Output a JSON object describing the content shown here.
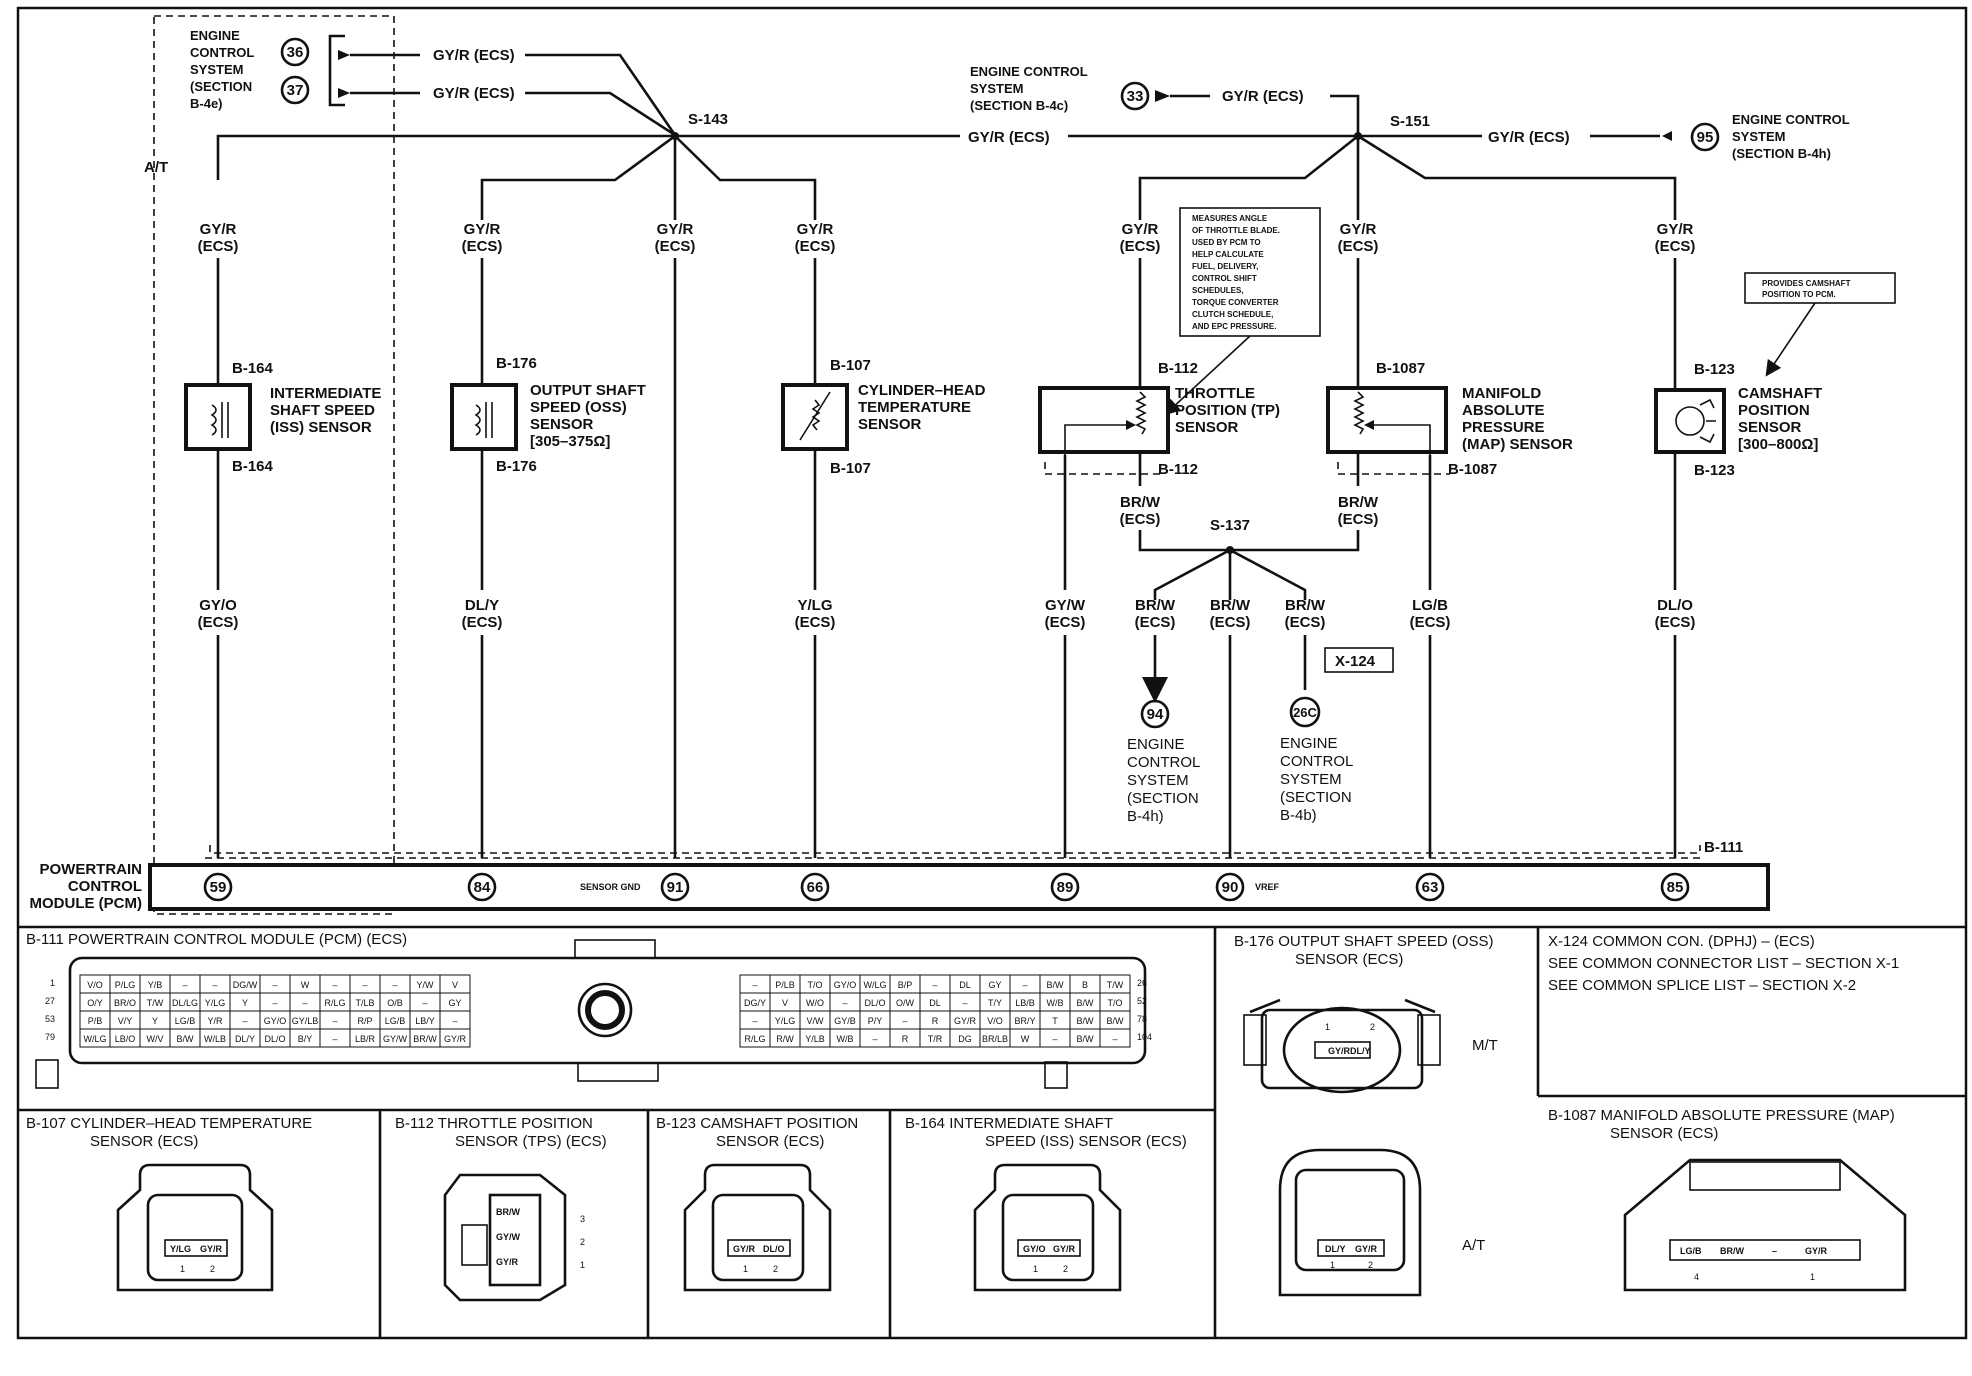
{
  "frame": {
    "at_label": "A/T"
  },
  "ecs_refs": [
    {
      "id": "ref-36",
      "number": "36"
    },
    {
      "id": "ref-37",
      "number": "37"
    },
    {
      "id": "ref-33",
      "number": "33"
    },
    {
      "id": "ref-95",
      "number": "95"
    },
    {
      "id": "ref-94",
      "number": "94"
    },
    {
      "id": "ref-26c",
      "number": "26C"
    }
  ],
  "system_labels": {
    "top_left": [
      "ENGINE",
      "CONTROL",
      "SYSTEM",
      "(SECTION",
      "B-4e)"
    ],
    "top_mid": [
      "ENGINE CONTROL",
      "SYSTEM",
      "(SECTION B-4c)"
    ],
    "top_right": [
      "ENGINE CONTROL",
      "SYSTEM",
      "(SECTION B-4h)"
    ],
    "bottom_94": [
      "ENGINE",
      "CONTROL",
      "SYSTEM",
      "(SECTION",
      "B-4h)"
    ],
    "bottom_26c": [
      "ENGINE",
      "CONTROL",
      "SYSTEM",
      "(SECTION",
      "B-4b)"
    ]
  },
  "wires": {
    "gyr_ecs": "GY/R (ECS)",
    "gyr": "GY/R",
    "ecs": "(ECS)",
    "gyo": "GY/O",
    "dly": "DL/Y",
    "ylg": "Y/LG",
    "gyw": "GY/W",
    "brw": "BR/W",
    "lgb": "LG/B",
    "dlo": "DL/O"
  },
  "splices": {
    "s143": "S-143",
    "s151": "S-151",
    "s137": "S-137",
    "x124": "X-124"
  },
  "connectors": {
    "b164": "B-164",
    "b176": "B-176",
    "b107": "B-107",
    "b112": "B-112",
    "b1087": "B-1087",
    "b123": "B-123",
    "b111": "B-111"
  },
  "sensors": {
    "iss": [
      "INTERMEDIATE",
      "SHAFT SPEED",
      "(ISS) SENSOR"
    ],
    "oss": [
      "OUTPUT SHAFT",
      "SPEED (OSS)",
      "SENSOR",
      "[305–375Ω]"
    ],
    "cht": [
      "CYLINDER–HEAD",
      "TEMPERATURE",
      "SENSOR"
    ],
    "tp": [
      "THROTTLE",
      "POSITION (TP)",
      "SENSOR"
    ],
    "map": [
      "MANIFOLD",
      "ABSOLUTE",
      "PRESSURE",
      "(MAP) SENSOR"
    ],
    "cmp": [
      "CAMSHAFT",
      "POSITION",
      "SENSOR",
      "[300–800Ω]"
    ]
  },
  "notes": {
    "throttle": [
      "MEASURES ANGLE",
      "OF THROTTLE BLADE.",
      "USED BY PCM TO",
      "HELP CALCULATE",
      "FUEL, DELIVERY,",
      "CONTROL SHIFT",
      "SCHEDULES,",
      "TORQUE CONVERTER",
      "CLUTCH SCHEDULE,",
      "AND EPC PRESSURE."
    ],
    "camshaft": [
      "PROVIDES CAMSHAFT",
      "POSITION TO PCM."
    ]
  },
  "pcm": {
    "label": [
      "POWERTRAIN",
      "CONTROL",
      "MODULE (PCM)"
    ],
    "sensor_gnd": "SENSOR GND",
    "vref": "VREF",
    "pins": [
      "59",
      "84",
      "91",
      "66",
      "89",
      "90",
      "63",
      "85"
    ]
  },
  "b111_panel": {
    "title": "B-111   POWERTRAIN CONTROL MODULE (PCM) (ECS)",
    "left_row_nums": [
      "1",
      "27",
      "53",
      "79"
    ],
    "right_row_nums": [
      "26",
      "52",
      "78",
      "104"
    ],
    "left_rows": [
      [
        "V/O",
        "P/LG",
        "Y/B",
        "–",
        "–",
        "DG/W",
        "–",
        "W",
        "–",
        "–",
        "–",
        "Y/W",
        "V"
      ],
      [
        "O/Y",
        "BR/O",
        "T/W",
        "DL/LG",
        "Y/LG",
        "Y",
        "–",
        "–",
        "R/LG",
        "T/LB",
        "O/B",
        "–",
        "GY"
      ],
      [
        "P/B",
        "V/Y",
        "Y",
        "LG/B",
        "Y/R",
        "–",
        "GY/O",
        "GY/LB",
        "–",
        "R/P",
        "LG/B",
        "LB/Y",
        "–"
      ],
      [
        "W/LG",
        "LB/O",
        "W/V",
        "B/W",
        "W/LB",
        "DL/Y",
        "DL/O",
        "B/Y",
        "–",
        "LB/R",
        "GY/W",
        "BR/W",
        "GY/R"
      ]
    ],
    "right_rows": [
      [
        "–",
        "P/LB",
        "T/O",
        "GY/O",
        "W/LG",
        "B/P",
        "–",
        "DL",
        "GY",
        "–",
        "B/W",
        "B",
        "T/W"
      ],
      [
        "DG/Y",
        "V",
        "W/O",
        "–",
        "DL/O",
        "O/W",
        "DL",
        "–",
        "T/Y",
        "LB/B",
        "W/B",
        "B/W",
        "T/O"
      ],
      [
        "–",
        "Y/LG",
        "V/W",
        "GY/B",
        "P/Y",
        "–",
        "R",
        "GY/R",
        "V/O",
        "BR/Y",
        "T",
        "B/W",
        "B/W"
      ],
      [
        "R/LG",
        "R/W",
        "Y/LB",
        "W/B",
        "–",
        "R",
        "T/R",
        "DG",
        "BR/LB",
        "W",
        "–",
        "B/W",
        "–"
      ]
    ]
  },
  "b176_panel": {
    "title": [
      "B-176   OUTPUT SHAFT SPEED (OSS)",
      "SENSOR (ECS)"
    ],
    "mt": "M/T",
    "at": "A/T",
    "pins_mt": [
      "GY/R",
      "DL/Y"
    ],
    "pins_at": [
      "DL/Y",
      "GY/R"
    ],
    "nums": [
      "1",
      "2"
    ]
  },
  "x124_panel": {
    "lines": [
      "X-124   COMMON CON. (DPHJ) – (ECS)",
      "SEE COMMON CONNECTOR LIST – SECTION X-1",
      "SEE COMMON SPLICE LIST – SECTION X-2"
    ]
  },
  "b1087_panel": {
    "title": [
      "B-1087  MANIFOLD ABSOLUTE PRESSURE (MAP)",
      "SENSOR (ECS)"
    ],
    "pins": [
      "LG/B",
      "BR/W",
      "–",
      "GY/R"
    ],
    "nums": [
      "4",
      "1"
    ]
  },
  "b107_panel": {
    "title": [
      "B-107    CYLINDER–HEAD TEMPERATURE",
      "SENSOR (ECS)"
    ],
    "pins": [
      "Y/LG",
      "GY/R"
    ],
    "nums": [
      "1",
      "2"
    ]
  },
  "b112_panel": {
    "title": [
      "B-112    THROTTLE POSITION",
      "SENSOR (TPS) (ECS)"
    ],
    "pins": [
      "BR/W",
      "GY/W",
      "GY/R"
    ],
    "nums": [
      "3",
      "2",
      "1"
    ]
  },
  "b123_panel": {
    "title": [
      "B-123    CAMSHAFT POSITION",
      "SENSOR (ECS)"
    ],
    "pins": [
      "GY/R",
      "DL/O"
    ],
    "nums": [
      "1",
      "2"
    ]
  },
  "b164_panel": {
    "title": [
      "B-164      INTERMEDIATE SHAFT",
      "SPEED (ISS) SENSOR (ECS)"
    ],
    "pins": [
      "GY/O",
      "GY/R"
    ],
    "nums": [
      "1",
      "2"
    ]
  }
}
